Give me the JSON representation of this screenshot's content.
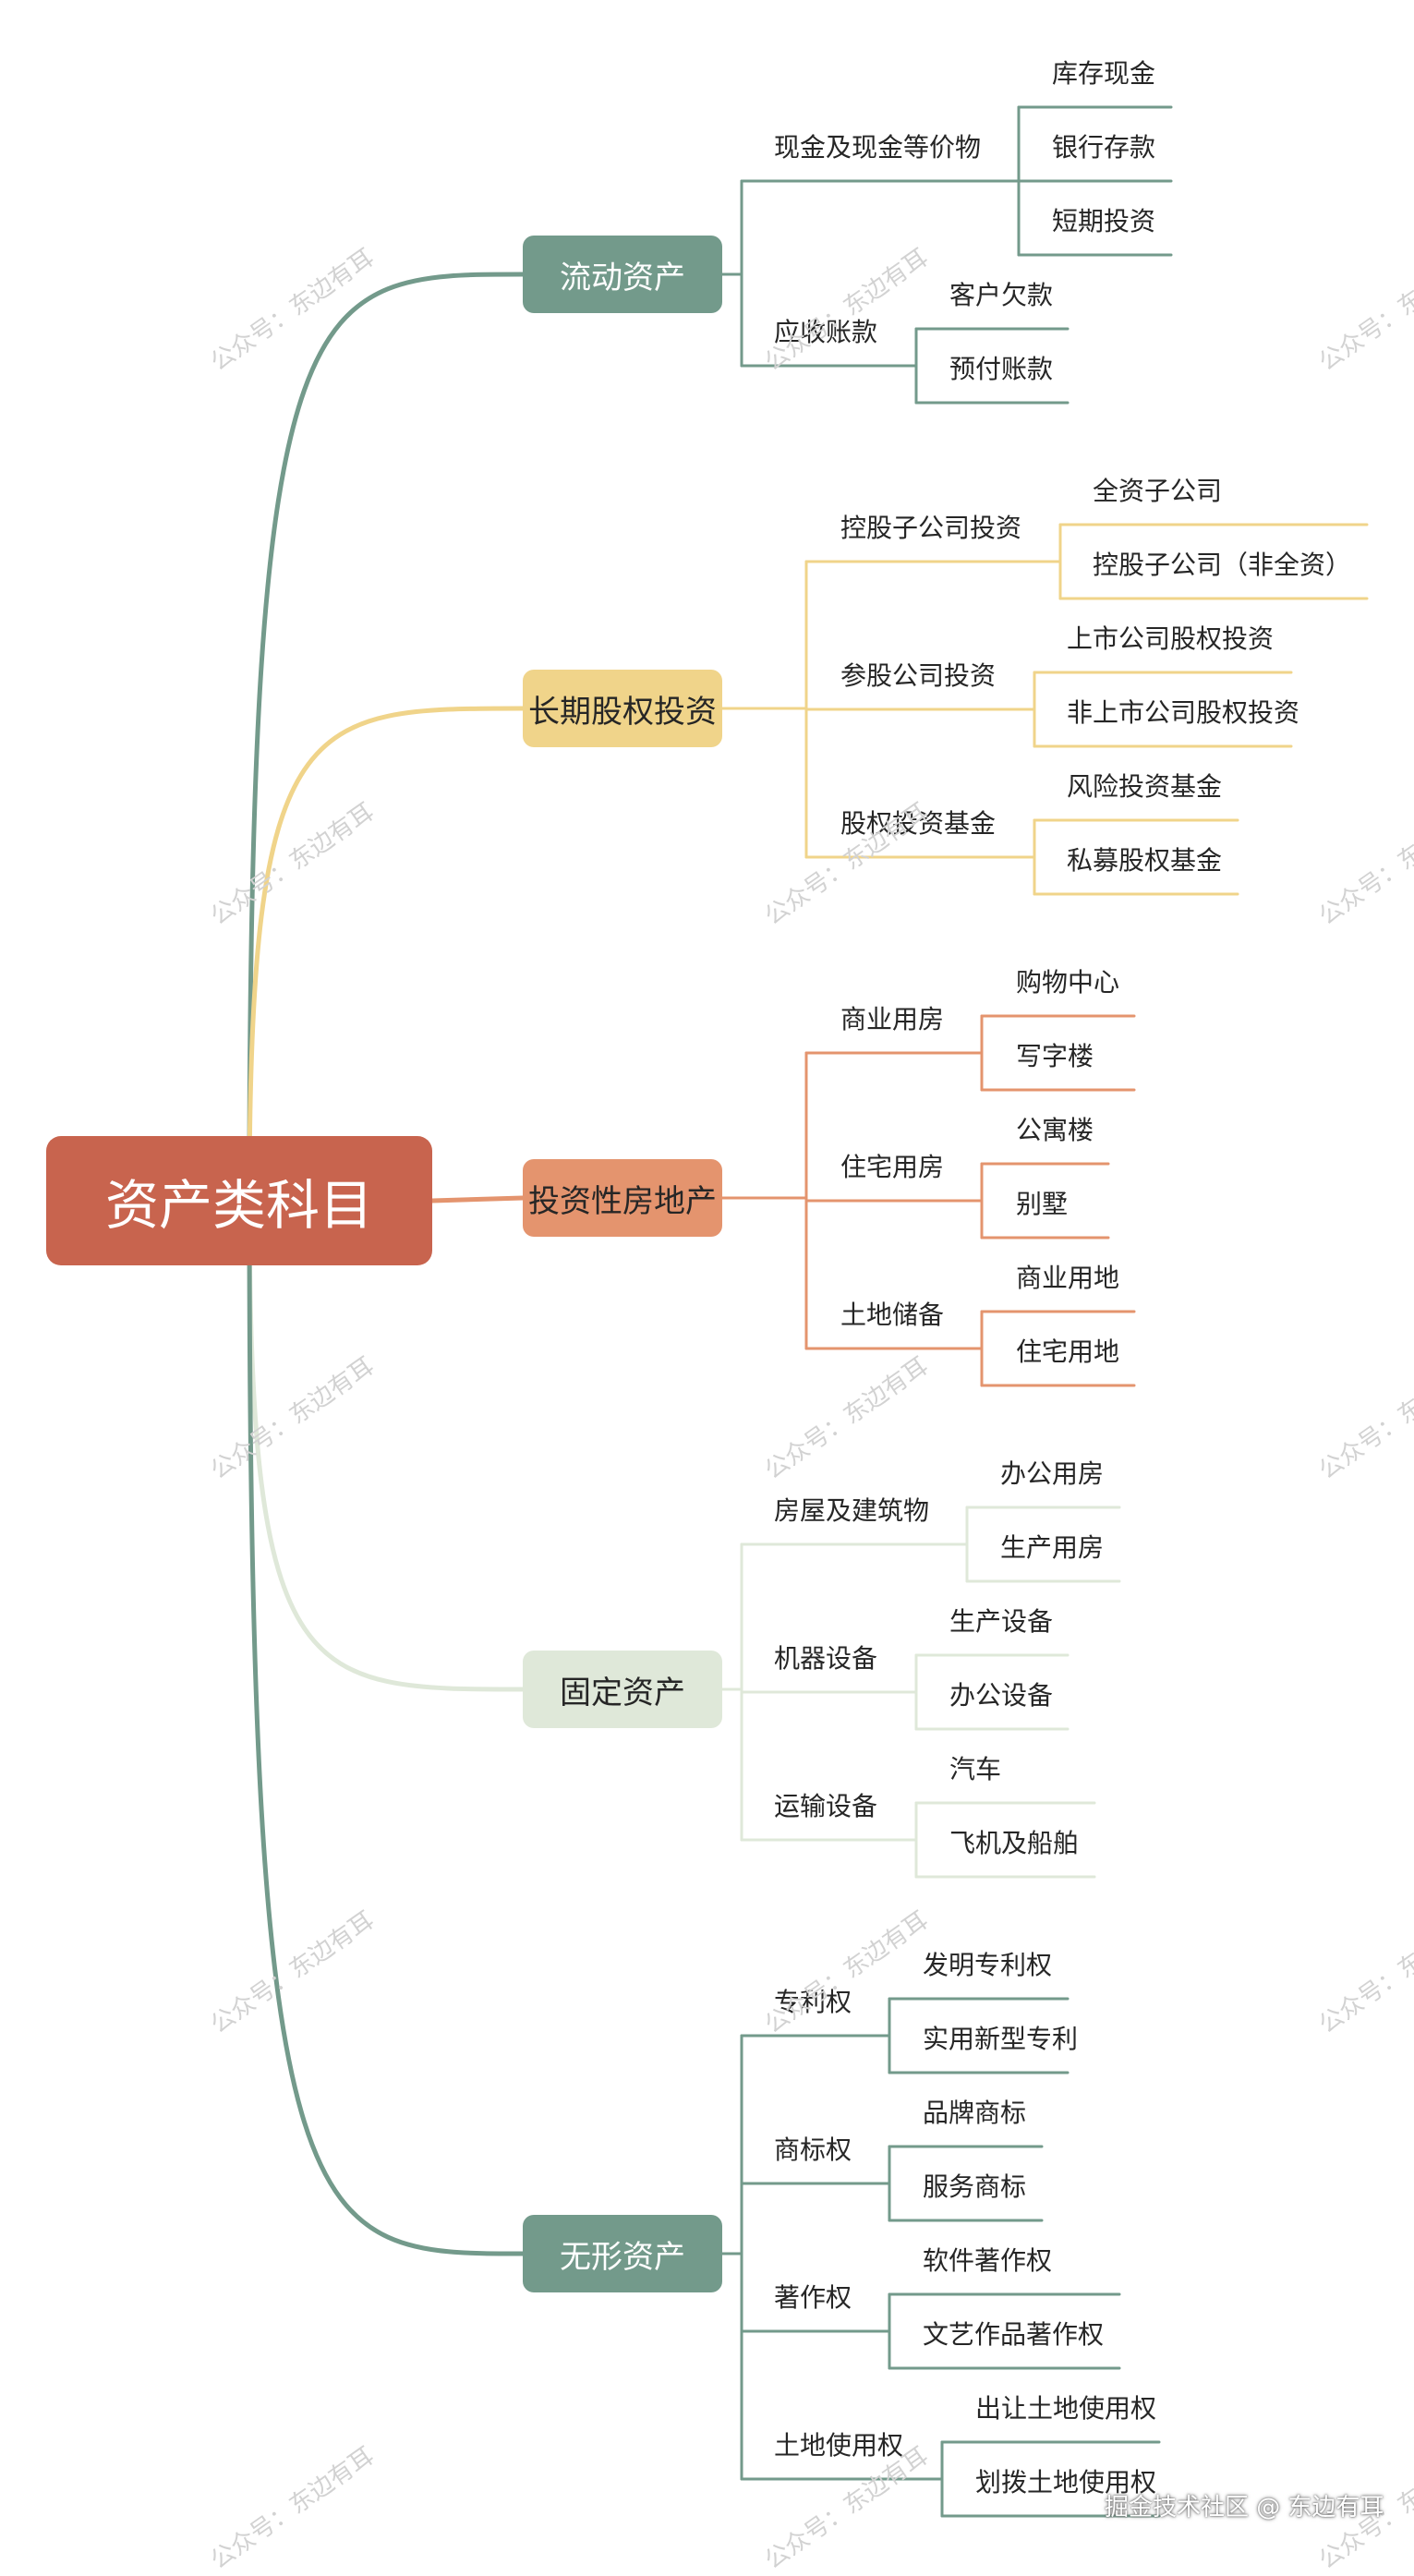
{
  "root": {
    "label": "资产类科目",
    "color": "#c8644e"
  },
  "branches": [
    {
      "label": "流动资产",
      "color": "#739a8b",
      "text_color": "#ffffff",
      "children": [
        {
          "label": "现金及现金等价物",
          "children": [
            "库存现金",
            "银行存款",
            "短期投资"
          ]
        },
        {
          "label": "应收账款",
          "children": [
            "客户欠款",
            "预付账款"
          ]
        }
      ]
    },
    {
      "label": "长期股权投资",
      "color": "#f0d48a",
      "text_color": "#262626",
      "children": [
        {
          "label": "控股子公司投资",
          "children": [
            "全资子公司",
            "控股子公司（非全资）"
          ]
        },
        {
          "label": "参股公司投资",
          "children": [
            "上市公司股权投资",
            "非上市公司股权投资"
          ]
        },
        {
          "label": "股权投资基金",
          "children": [
            "风险投资基金",
            "私募股权基金"
          ]
        }
      ]
    },
    {
      "label": "投资性房地产",
      "color": "#e4946e",
      "text_color": "#262626",
      "children": [
        {
          "label": "商业用房",
          "children": [
            "购物中心",
            "写字楼"
          ]
        },
        {
          "label": "住宅用房",
          "children": [
            "公寓楼",
            "别墅"
          ]
        },
        {
          "label": "土地储备",
          "children": [
            "商业用地",
            "住宅用地"
          ]
        }
      ]
    },
    {
      "label": "固定资产",
      "color": "#dfe8d9",
      "text_color": "#262626",
      "children": [
        {
          "label": "房屋及建筑物",
          "children": [
            "办公用房",
            "生产用房"
          ]
        },
        {
          "label": "机器设备",
          "children": [
            "生产设备",
            "办公设备"
          ]
        },
        {
          "label": "运输设备",
          "children": [
            "汽车",
            "飞机及船舶"
          ]
        }
      ]
    },
    {
      "label": "无形资产",
      "color": "#739a8b",
      "text_color": "#ffffff",
      "children": [
        {
          "label": "专利权",
          "children": [
            "发明专利权",
            "实用新型专利"
          ]
        },
        {
          "label": "商标权",
          "children": [
            "品牌商标",
            "服务商标"
          ]
        },
        {
          "label": "著作权",
          "children": [
            "软件著作权",
            "文艺作品著作权"
          ]
        },
        {
          "label": "土地使用权",
          "children": [
            "出让土地使用权",
            "划拨土地使用权"
          ]
        }
      ]
    }
  ],
  "watermark": "公众号：东边有耳",
  "footer": "掘金技术社区 @ 东边有耳"
}
